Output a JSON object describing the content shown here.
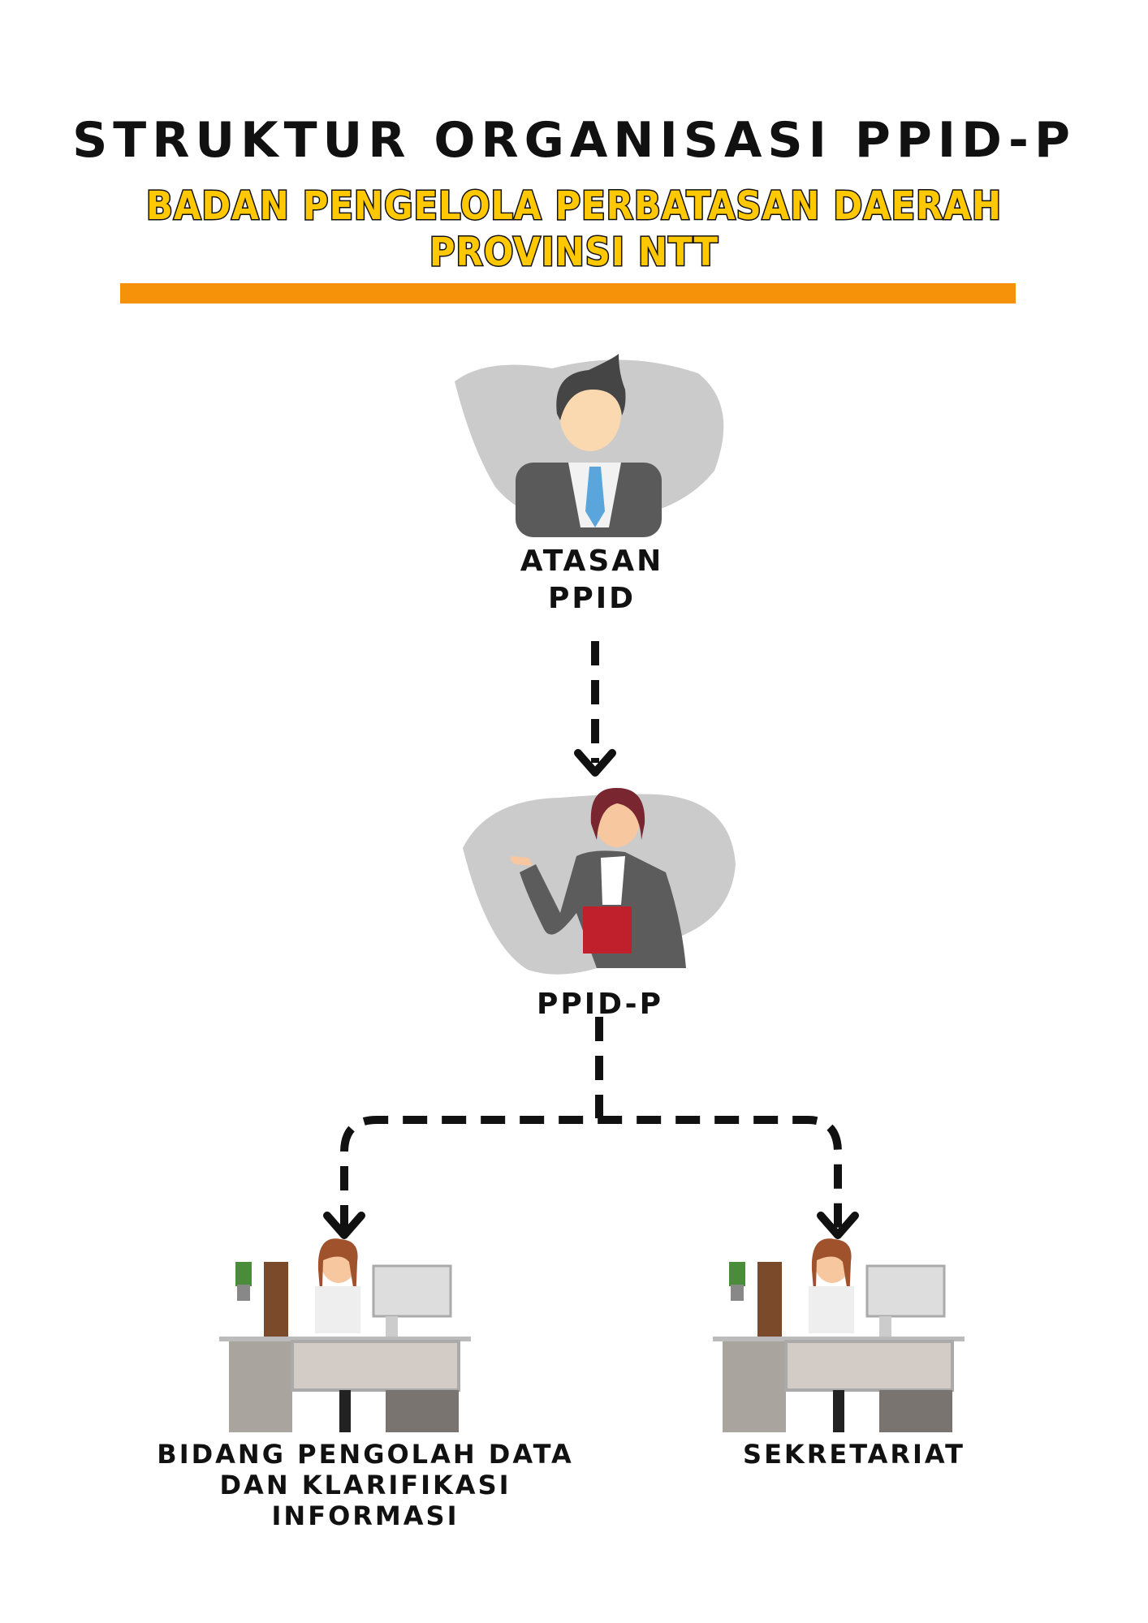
{
  "title": "STRUKTUR ORGANISASI PPID-P",
  "subtitle": {
    "line1": "BADAN PENGELOLA PERBATASAN DAERAH",
    "line2": "PROVINSI NTT"
  },
  "colors": {
    "accent_bar": "#F5920A",
    "subtitle_fill": "#FFC800",
    "blob": "#CBCBCB"
  },
  "nodes": {
    "atasan": {
      "line1": "ATASAN",
      "line2": "PPID"
    },
    "ppid": {
      "label": "PPID-P"
    },
    "bidang": {
      "line1": "BIDANG PENGOLAH DATA",
      "line2": "DAN KLARIFIKASI",
      "line3": "INFORMASI"
    },
    "sekretariat": {
      "label": "SEKRETARIAT"
    }
  }
}
